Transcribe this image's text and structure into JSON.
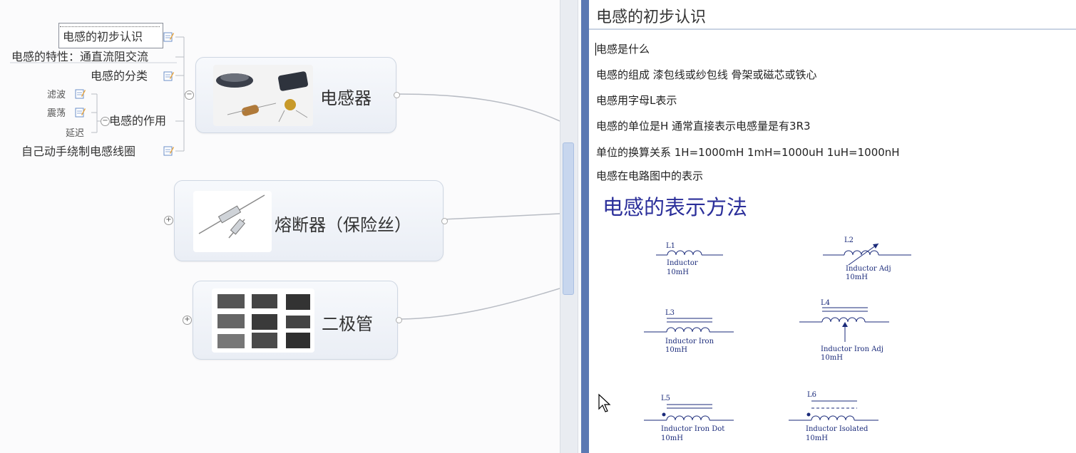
{
  "mindmap": {
    "central_links": true,
    "nodes": [
      {
        "id": "inductor",
        "title": "电感器"
      },
      {
        "id": "fuse",
        "title": "熔断器（保险丝）"
      },
      {
        "id": "diode",
        "title": "二极管"
      }
    ],
    "inductor_children": [
      {
        "label": "电感的初步认识",
        "note": true,
        "selected": true
      },
      {
        "label": "电感的特性：通直流阻交流",
        "note": false
      },
      {
        "label": "电感的分类",
        "note": true
      },
      {
        "label": "电感的作用",
        "note": false
      },
      {
        "label": "自己动手绕制电感线圈",
        "note": true
      }
    ],
    "function_children": [
      {
        "label": "滤波",
        "note": true
      },
      {
        "label": "震荡",
        "note": true
      },
      {
        "label": "延迟",
        "note": false
      }
    ]
  },
  "panel": {
    "title": "电感的初步认识",
    "lines": [
      "电感是什么",
      "电感的组成 漆包线或纱包线  骨架或磁芯或铁心",
      "电感用字母L表示",
      "电感的单位是H  通常直接表示电感量是有3R3",
      "单位的换算关系 1H=1000mH   1mH=1000uH   1uH=1000nH",
      "电感在电路图中的表示"
    ],
    "heading": "电感的表示方法",
    "symbols": [
      {
        "ref": "L1",
        "name": "Inductor",
        "value": "10mH"
      },
      {
        "ref": "L2",
        "name": "Inductor Adj",
        "value": "10mH"
      },
      {
        "ref": "L3",
        "name": "Inductor Iron",
        "value": "10mH"
      },
      {
        "ref": "L4",
        "name": "Inductor Iron Adj",
        "value": "10mH"
      },
      {
        "ref": "L5",
        "name": "Inductor Iron Dot",
        "value": "10mH"
      },
      {
        "ref": "L6",
        "name": "Inductor Isolated",
        "value": "10mH"
      }
    ]
  },
  "colors": {
    "accent": "#5b79b3",
    "heading": "#2b2f9a",
    "symbol": "#1a2a7a"
  }
}
